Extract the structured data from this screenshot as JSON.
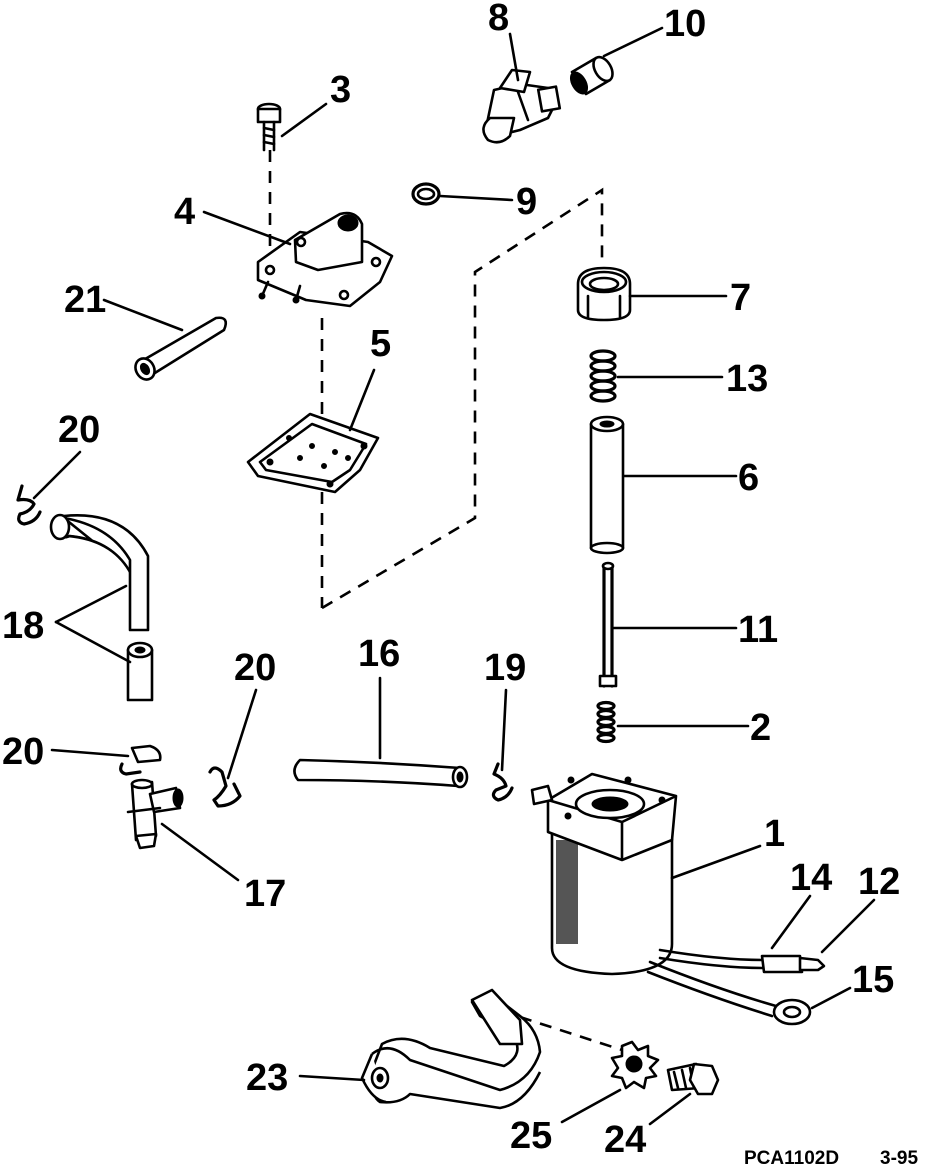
{
  "callouts": {
    "n1": "1",
    "n2": "2",
    "n3": "3",
    "n4": "4",
    "n5": "5",
    "n6": "6",
    "n7": "7",
    "n8": "8",
    "n9": "9",
    "n10": "10",
    "n11": "11",
    "n12": "12",
    "n13": "13",
    "n14": "14",
    "n15": "15",
    "n16": "16",
    "n17": "17",
    "n18": "18",
    "n19": "19",
    "n20a": "20",
    "n20b": "20",
    "n20c": "20",
    "n21": "21",
    "n23": "23",
    "n24": "24",
    "n25": "25"
  },
  "footer": {
    "code": "PCA1102D",
    "date": "3-95"
  }
}
